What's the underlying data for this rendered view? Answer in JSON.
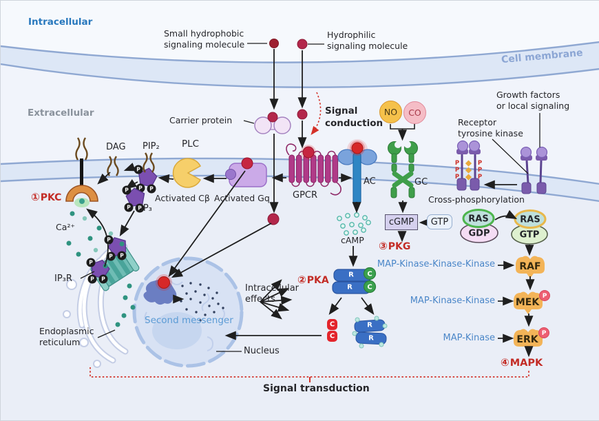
{
  "regions": {
    "intracellular": "Intracellular",
    "extracellular": "Extracellular",
    "cell_membrane": "Cell membrane"
  },
  "ligands": {
    "small_hydrophobic_1": "Small hydrophobic",
    "small_hydrophobic_2": "signaling molecule",
    "hydrophilic_1": "Hydrophilic",
    "hydrophilic_2": "signaling molecule",
    "carrier_protein": "Carrier protein",
    "no": "NO",
    "co": "CO",
    "growth_factors_1": "Growth factors",
    "growth_factors_2": "or local signaling"
  },
  "receptors": {
    "gpcr": "GPCR",
    "ac": "AC",
    "gc": "GC",
    "rtk_1": "Receptor",
    "rtk_2": "tyrosine kinase"
  },
  "annotations": {
    "signal_conduction_1": "Signal",
    "signal_conduction_2": "conduction",
    "cross_phosphorylation": "Cross-phosphorylation",
    "second_messenger": "Second messenger",
    "intracellular_effects_1": "Intracellular",
    "intracellular_effects_2": "effects",
    "signal_transduction": "Signal transduction"
  },
  "left_pathway": {
    "dag": "DAG",
    "pip2": "PIP₂",
    "plc": "PLC",
    "activated_cb": "Activated Cβ",
    "activated_gq": "Activated Gq",
    "ca": "Ca²⁺",
    "ip3": "IP₃",
    "ip3r": "IP₃R",
    "er_1": "Endoplasmic",
    "er_2": "reticulum",
    "nucleus": "Nucleus"
  },
  "kinases": {
    "pkc_num": "①",
    "pkc": "PKC",
    "pka_num": "②",
    "pka": "PKA",
    "pkg_num": "③",
    "pkg": "PKG",
    "mapk_num": "④",
    "mapk": "MAPK"
  },
  "camp_pathway": {
    "camp": "cAMP",
    "r": "R",
    "c": "C"
  },
  "cgmp_pathway": {
    "cgmp": "cGMP",
    "gtp": "GTP"
  },
  "ras_pathway": {
    "ras": "RAS",
    "gdp": "GDP",
    "gtp": "GTP",
    "mapkkk": "MAP-Kinase-Kinase-Kinase",
    "mapkk": "MAP-Kinase-Kinase",
    "mapk": "MAP-Kinase",
    "raf": "RAF",
    "mek": "MEK",
    "erk": "ERK",
    "p": "P"
  },
  "glyphs": {
    "p": "P"
  },
  "colors": {
    "accent_red": "#c43026",
    "cascade_blue": "#4a86c8",
    "membrane_line": "#8fa8d2",
    "intracellular_text": "#2878bd",
    "extracellular_text": "#8a929c"
  }
}
